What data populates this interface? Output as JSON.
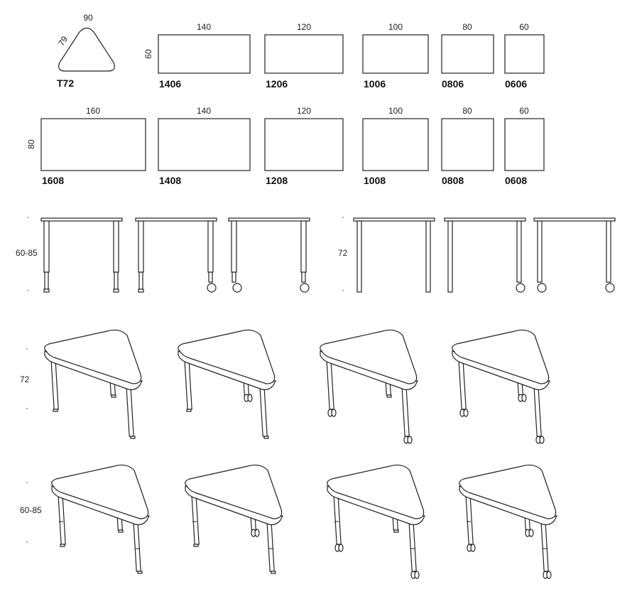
{
  "triangle_top": {
    "code": "T72",
    "width": "90",
    "side": "79"
  },
  "row60": {
    "height": "60",
    "tables": [
      {
        "code": "1406",
        "width": "140"
      },
      {
        "code": "1206",
        "width": "120"
      },
      {
        "code": "1006",
        "width": "100"
      },
      {
        "code": "0806",
        "width": "80"
      },
      {
        "code": "0606",
        "width": "60"
      }
    ]
  },
  "row80": {
    "height": "80",
    "tables": [
      {
        "code": "1608",
        "width": "160"
      },
      {
        "code": "1408",
        "width": "140"
      },
      {
        "code": "1208",
        "width": "120"
      },
      {
        "code": "1008",
        "width": "100"
      },
      {
        "code": "0808",
        "width": "80"
      },
      {
        "code": "0608",
        "width": "60"
      }
    ]
  },
  "side_views": {
    "adjustable_height": "60-85",
    "fixed_height": "72"
  },
  "perspective": {
    "fixed_height": "72",
    "adjustable_height": "60-85"
  }
}
